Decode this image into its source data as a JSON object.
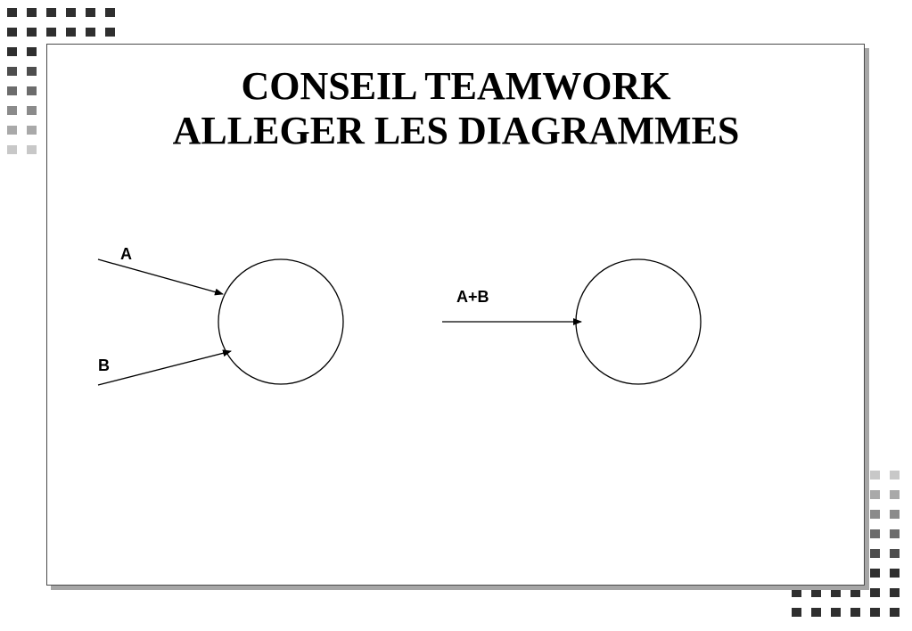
{
  "slide": {
    "title_line1": "CONSEIL TEAMWORK",
    "title_line2": "ALLEGER LES DIAGRAMMES"
  },
  "diagram_left": {
    "input_a_label": "A",
    "input_b_label": "B"
  },
  "diagram_right": {
    "input_label": "A+B"
  },
  "colors": {
    "square_dark": "#2f2f2f",
    "square_light": "#c8c8c8",
    "shadow": "#a6a6a6"
  }
}
